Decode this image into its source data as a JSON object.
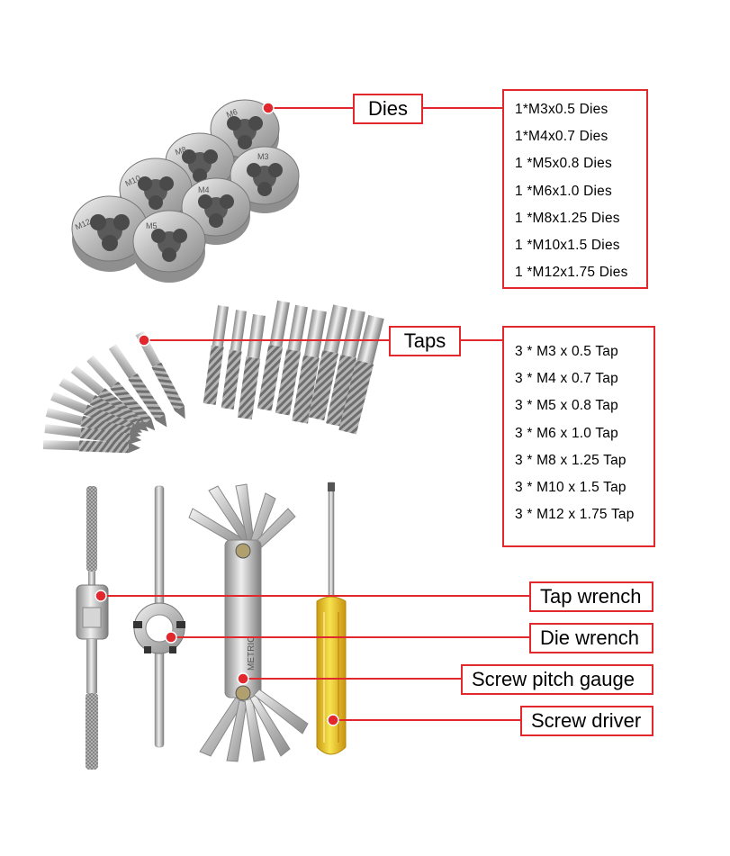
{
  "accent_color": "#e2282d",
  "callouts": {
    "dies": "Dies",
    "taps": "Taps",
    "tap_wrench": "Tap wrench",
    "die_wrench": "Die wrench",
    "screw_pitch_gauge": "Screw pitch gauge",
    "screw_driver": "Screw driver"
  },
  "dies_specs": [
    "1*M3x0.5 Dies",
    "1*M4x0.7 Dies",
    "1 *M5x0.8 Dies",
    "1 *M6x1.0 Dies",
    "1 *M8x1.25 Dies",
    "1 *M10x1.5 Dies",
    "1 *M12x1.75 Dies"
  ],
  "taps_specs": [
    "3 * M3 x 0.5 Tap",
    "3 * M4 x 0.7 Tap",
    "3 * M5 x 0.8 Tap",
    "3 * M6 x 1.0 Tap",
    "3 * M8 x 1.25 Tap",
    "3 * M10 x 1.5 Tap",
    "3 * M12 x 1.75 Tap"
  ],
  "die_markings": [
    "M6",
    "M8",
    "M3",
    "M10",
    "M4",
    "M12",
    "M5"
  ],
  "gauge_marking": "METRIC"
}
